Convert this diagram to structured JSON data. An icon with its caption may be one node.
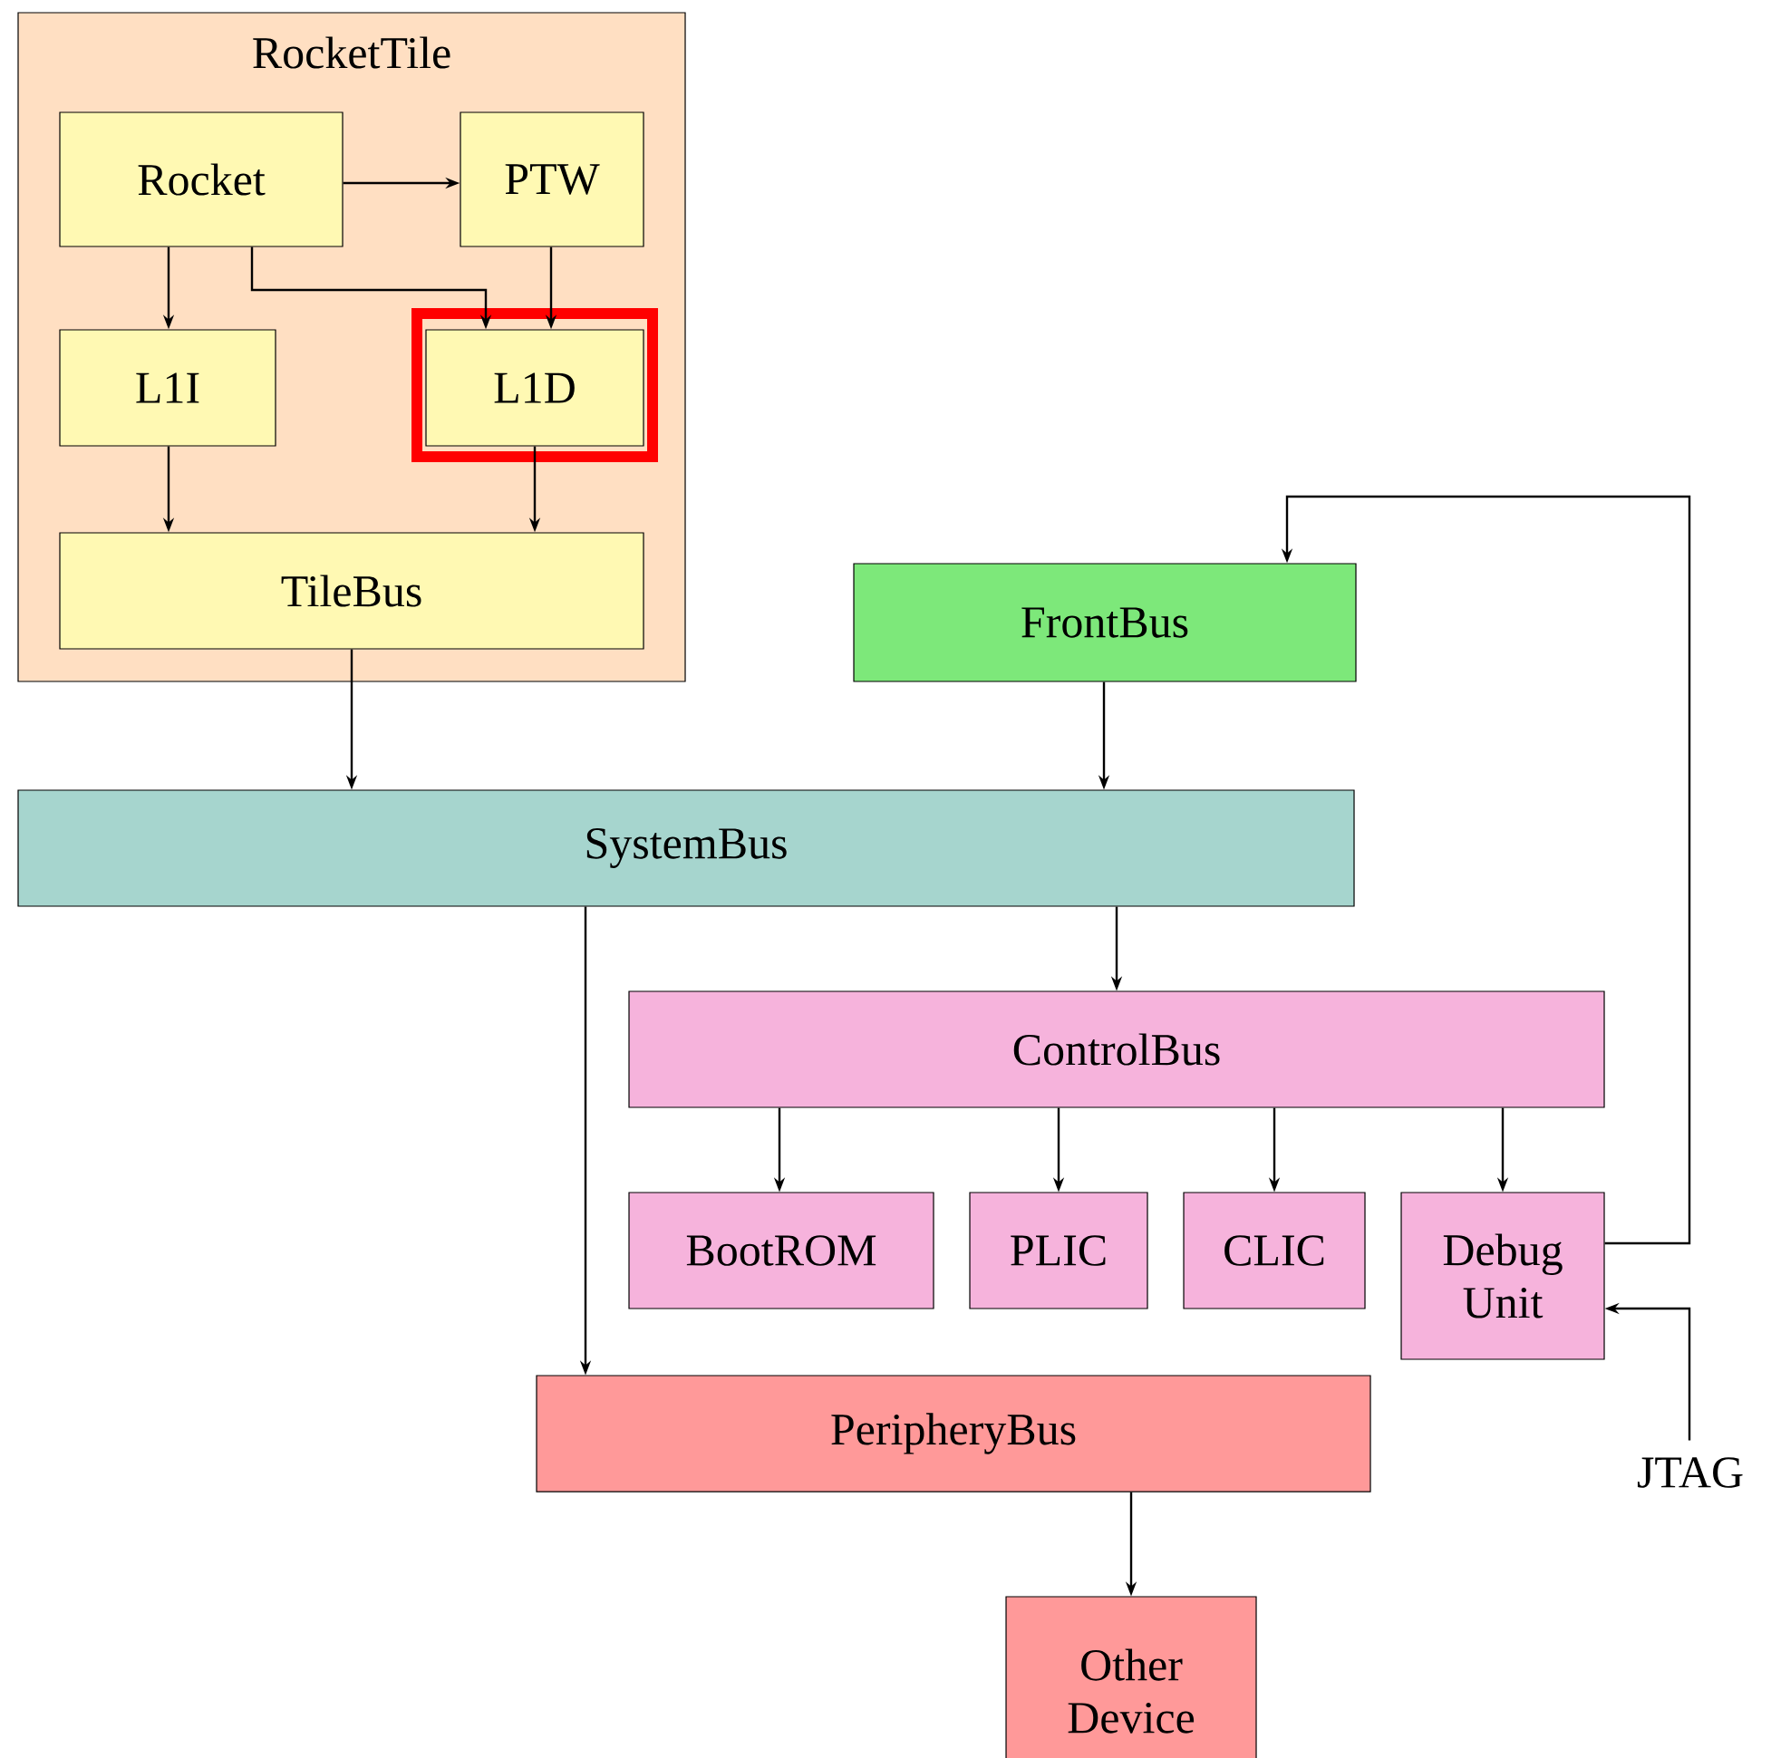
{
  "diagram": {
    "nodes": [
      {
        "text": [
          "RocketTile"
        ]
      },
      {
        "text": [
          "Rocket"
        ],
        "in": 0
      },
      {
        "text": [
          "PTW"
        ],
        "in": 0
      },
      {
        "text": [
          "L1I"
        ],
        "in": 0
      },
      {
        "text": [
          "L1D"
        ],
        "in": 0
      },
      {
        "text": [
          "TileBus"
        ],
        "in": 0
      },
      {
        "text": [
          "FrontBus"
        ]
      },
      {
        "text": [
          "SystemBus"
        ]
      },
      {
        "text": [
          "ControlBus"
        ]
      },
      {
        "text": [
          "BootROM"
        ]
      },
      {
        "text": [
          "PLIC"
        ]
      },
      {
        "text": [
          "CLIC"
        ]
      },
      {
        "text": [
          "Debug Unit"
        ]
      },
      {
        "text": [
          "PeripheryBus"
        ]
      },
      {
        "text": [
          "Other Device"
        ]
      },
      {
        "text": [
          "JTAG"
        ]
      }
    ],
    "edges": [
      {
        "from": 1,
        "to": 2,
        "arrow": "to"
      },
      {
        "from": 1,
        "to": 3,
        "arrow": "to"
      },
      {
        "from": 1,
        "to": 4,
        "arrow": "to"
      },
      {
        "from": 2,
        "to": 4,
        "arrow": "to"
      },
      {
        "from": 3,
        "to": 5,
        "arrow": "to"
      },
      {
        "from": 4,
        "to": 5,
        "arrow": "to"
      },
      {
        "from": 5,
        "to": 7,
        "arrow": "to"
      },
      {
        "from": 6,
        "to": 7,
        "arrow": "to"
      },
      {
        "from": 7,
        "to": 8,
        "arrow": "to"
      },
      {
        "from": 7,
        "to": 13,
        "arrow": "to"
      },
      {
        "from": 8,
        "to": 9,
        "arrow": "to"
      },
      {
        "from": 8,
        "to": 10,
        "arrow": "to"
      },
      {
        "from": 8,
        "to": 11,
        "arrow": "to"
      },
      {
        "from": 8,
        "to": 12,
        "arrow": "to"
      },
      {
        "from": 12,
        "to": 6,
        "arrow": "to"
      },
      {
        "from": 15,
        "to": 12,
        "arrow": "to"
      },
      {
        "from": 13,
        "to": 14,
        "arrow": "to"
      }
    ]
  }
}
